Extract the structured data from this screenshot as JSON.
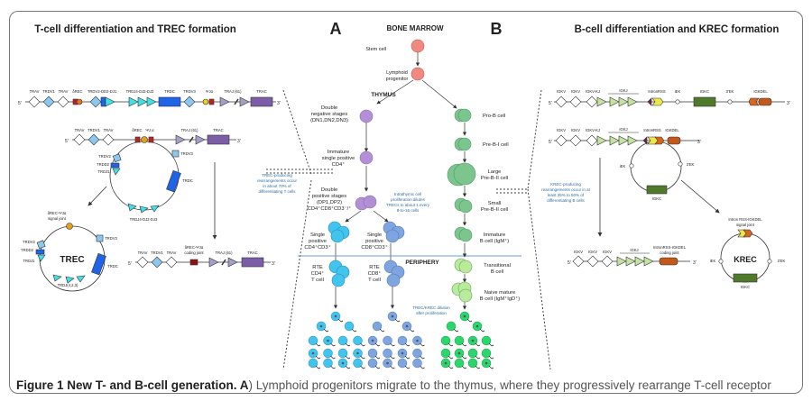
{
  "panel_labels": {
    "a": "A",
    "b": "B"
  },
  "left_title": "T-cell differentiation and TREC formation",
  "right_title": "B-cell differentiation and KREC formation",
  "center": {
    "bone_marrow": "BONE MARROW",
    "thymus": "THYMUS",
    "periphery": "PERIPHERY",
    "stem_cell": "Stem cell",
    "lymphoid_1": "Lymphoid",
    "lymphoid_2": "progenitor",
    "dn_1": "Double",
    "dn_2": "negative stages",
    "dn_3": "(DN1,DN2,DN3)",
    "isp_1": "Immature",
    "isp_2": "single positive",
    "isp_3": "CD4⁺",
    "dp_1": "Double",
    "dp_2": "positive stages",
    "dp_3": "(DP1,DP2)",
    "dp_4": "CD4⁺CD8⁺CD3⁻/⁺",
    "sp4_1": "Single",
    "sp4_2": "positive",
    "sp4_3": "CD4⁺CD3⁺",
    "sp8_1": "Single",
    "sp8_2": "positive",
    "sp8_3": "CD8⁺CD3⁺",
    "rte4_1": "RTE",
    "rte4_2": "CD4⁺",
    "rte4_3": "T cell",
    "rte8_1": "RTE",
    "rte8_2": "CD8⁺",
    "rte8_3": "T cell",
    "prob": "Pro-B cell",
    "preb1": "Pre-B-I cell",
    "lpreb2_1": "Large",
    "lpreb2_2": "Pre-B-II cell",
    "spreb2_1": "Small",
    "spreb2_2": "Pre-B-II cell",
    "immb_1": "Immature",
    "immb_2": "B cell (IgM⁺)",
    "trans_1": "Transitional",
    "trans_2": "B cell",
    "naive_1": "Naive mature",
    "naive_2": "B cell (IgM⁺IgD⁺)",
    "note_intrathymic": [
      "Intrathymic cell",
      "proliferation dilutes",
      "TRECs to about 1 every",
      "8-to-16 cells"
    ],
    "note_dilution": [
      "TREC/KREC dilution",
      "after proliferation"
    ],
    "note_trec": [
      "TREC-producing",
      "rearrangements occur",
      "in about 70% of",
      "differentiating T cells"
    ],
    "note_krec": [
      "KREC-producing",
      "rearrangements occur in at",
      "least 35% to 50% of",
      "differentiating B cells"
    ]
  },
  "tcr_locus": {
    "row1": [
      "TRAV",
      "TRDV1",
      "TRAV",
      "δREC",
      "TRDV2-DD2-DJ1",
      "TRDJ4-DJ2-DJ3",
      "TRDC",
      "TRDV3",
      "ΨJα",
      "TRAJ (61)",
      "TRAC"
    ],
    "row2": [
      "TRAV",
      "TRDV1",
      "TRAV",
      "δREC",
      "ΨJ α",
      "TRAJ (61)",
      "TRAC"
    ],
    "loop": [
      "TRDV2",
      "TRDD2",
      "TRDJ1",
      "TRDV3",
      "TRDC",
      "TRDJ4-DJ2-DJ3"
    ],
    "trec_label": "TREC",
    "trec_signal": [
      "δREC-ΨJα",
      "signal joint"
    ],
    "trec_loop": [
      "TRDV2",
      "TRDD2",
      "TRDJ1",
      "TRDV3",
      "TRDC",
      "TRDJ(4,2,3)"
    ],
    "coding_row": [
      "TRAV",
      "TRDV1",
      "TRAV",
      "TRAJ (61)",
      "TRAC"
    ],
    "coding_joint": [
      "δREC-ΨJα",
      "coding joint"
    ],
    "five": "5'",
    "three": "3'"
  },
  "igk_locus": {
    "row1": [
      "IGKV",
      "IGKV",
      "IGKV-KJ",
      "IGKJ",
      "IntronRSS",
      "iEK",
      "IGKC",
      "3'EK",
      "IGKDEL"
    ],
    "row2": [
      "IGKV",
      "IGKV",
      "IGKV-KJ",
      "IGKJ",
      "IntronRSS",
      "IGKDEL"
    ],
    "loop": [
      "iEK",
      "3'EK",
      "IGKC"
    ],
    "krec_label": "KREC",
    "krec_signal": [
      "Intron RSS-IGKDEL",
      "signal joint"
    ],
    "krec_loop": [
      "iEK",
      "3'EK",
      "IGKC"
    ],
    "coding_row": [
      "IGKV",
      "IGKV",
      "IGKV",
      "IGKJ"
    ],
    "coding_joint": [
      "IntronRSS-IGKDEL",
      "coding joint"
    ]
  },
  "caption": {
    "bold": "Figure 1 New T- and B-cell generation. A",
    "text": ") Lymphoid progenitors migrate to the thymus, where they progressively rearrange T-cell receptor"
  },
  "colors": {
    "stem": "#f08a80",
    "tcell_dn": "#b38fd6",
    "cd4": "#41c4ee",
    "cd8": "#7ea5e0",
    "bcell": "#7cc68e",
    "bcell_light": "#b8ec9c",
    "bcell_bright": "#2bd66a",
    "trdc": "#1f63e6",
    "trac": "#7b5ea7",
    "igkc": "#4e7a2a",
    "igkdel": "#d9661d",
    "note_text": "#2e6da4"
  }
}
